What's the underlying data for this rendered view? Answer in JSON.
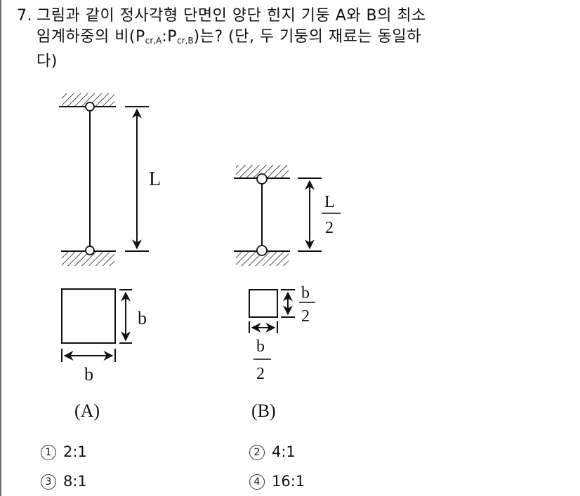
{
  "question": {
    "number": "7.",
    "line1": "그림과 같이 정사각형 단면인 양단 힌지 기둥 A와 B의 최소",
    "line2_prefix": "임계하중의 비(P",
    "sub_a": "cr,A",
    "colon": ":P",
    "sub_b": "cr,B",
    "line2_suffix": ")는? (단, 두 기둥의 재료는 동일하",
    "line3": "다)"
  },
  "figure": {
    "column_a": {
      "length_label": "L",
      "section_height_label": "b",
      "section_width_label": "b",
      "caption": "(A)"
    },
    "column_b": {
      "length_label_num": "L",
      "length_label_den": "2",
      "section_height_num": "b",
      "section_height_den": "2",
      "section_width_num": "b",
      "section_width_den": "2",
      "caption": "(B)"
    }
  },
  "choices": [
    {
      "mark": "1",
      "text": "2:1"
    },
    {
      "mark": "2",
      "text": "4:1"
    },
    {
      "mark": "3",
      "text": "8:1"
    },
    {
      "mark": "4",
      "text": "16:1"
    }
  ]
}
